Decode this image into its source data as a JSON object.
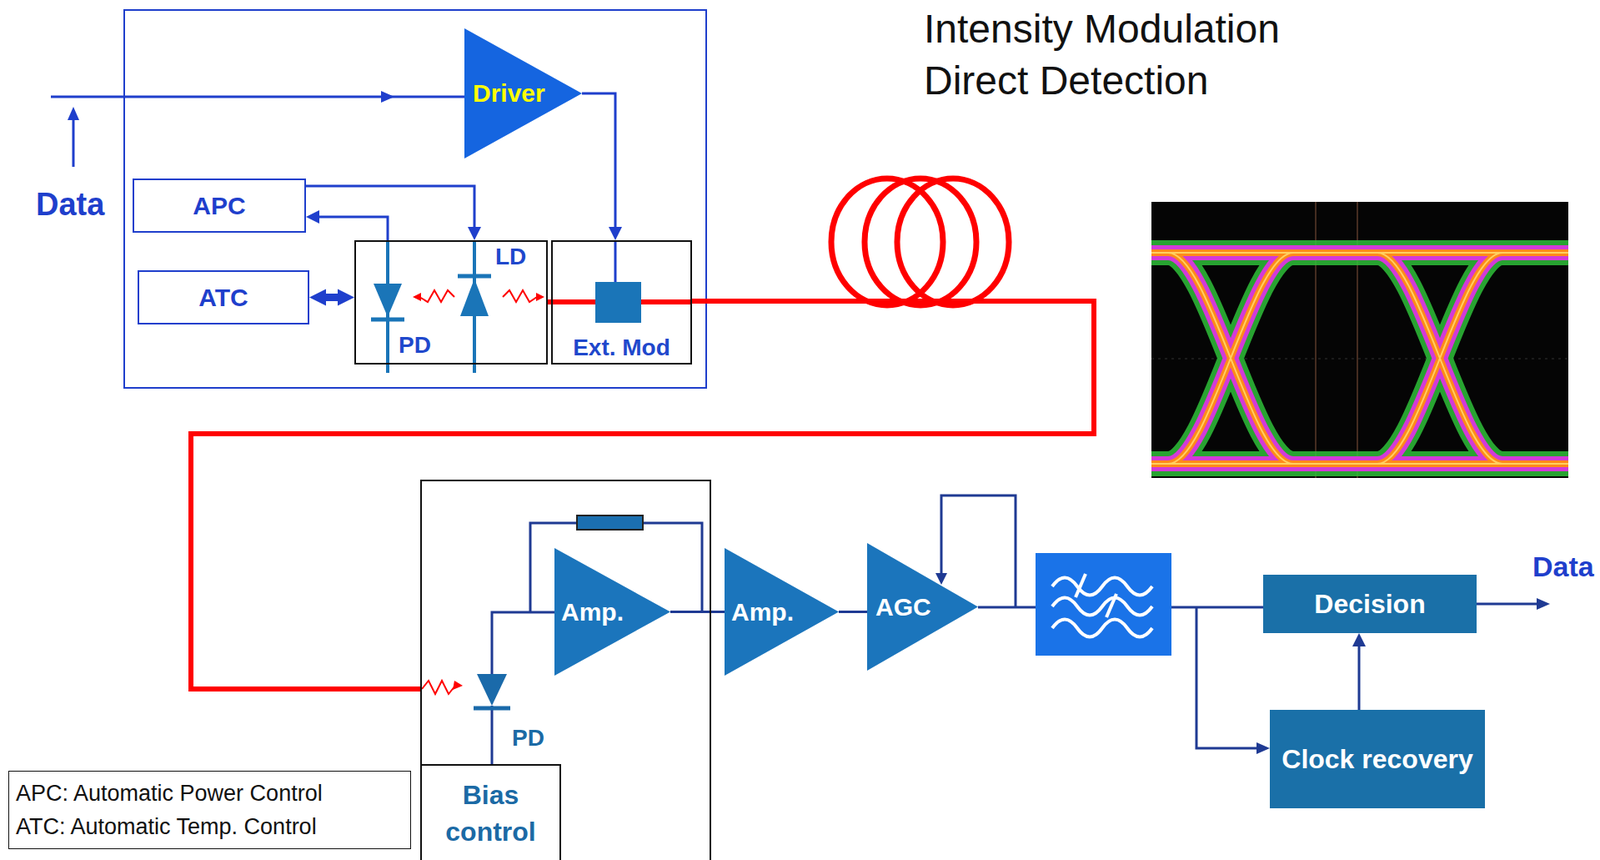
{
  "diagram": {
    "title": "Intensity Modulation Direct Detection",
    "nodes": [
      {
        "text": [
          "Driver"
        ]
      },
      {
        "text": [
          "APC"
        ]
      },
      {
        "text": [
          "ATC"
        ]
      },
      {
        "text": [
          "LD",
          "PD"
        ]
      },
      {
        "text": [
          "Ext. Mod"
        ]
      },
      {
        "text": [
          "PD"
        ]
      },
      {
        "text": [
          "Amp."
        ],
        "in": 5
      },
      {
        "text": [
          "Bias control"
        ],
        "in": 5
      },
      {
        "text": [
          "Amp."
        ]
      },
      {
        "text": [
          "AGC"
        ]
      },
      {
        "text": [
          "Decision"
        ]
      },
      {
        "text": [
          "Clock recovery"
        ]
      },
      {
        "text": [
          "APC: Automatic Power Control",
          "ATC: Automatic Temp. Control"
        ]
      }
    ],
    "edges": [
      {
        "from": 0,
        "to": 4,
        "arrow": "to"
      },
      {
        "from": 1,
        "to": 3,
        "arrow": "to"
      },
      {
        "from": 3,
        "to": 1,
        "arrow": "to"
      },
      {
        "from": 2,
        "to": 3,
        "arrow": "both"
      },
      {
        "from": 4,
        "to": 5,
        "arrow": "none"
      },
      {
        "from": 6,
        "to": 8,
        "arrow": "none"
      },
      {
        "from": 8,
        "to": 9,
        "arrow": "none"
      },
      {
        "from": 11,
        "to": 10,
        "arrow": "to"
      }
    ],
    "labels": [
      "Data",
      "Data"
    ]
  }
}
